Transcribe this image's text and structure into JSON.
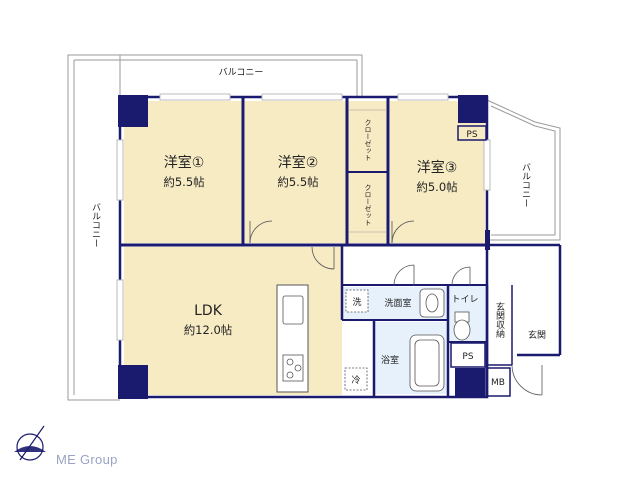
{
  "balconies": {
    "top": "バルコニー",
    "left": "バルコニー",
    "right": "バルコニー"
  },
  "rooms": {
    "western1": {
      "name": "洋室①",
      "size": "約5.5帖"
    },
    "western2": {
      "name": "洋室②",
      "size": "約5.5帖"
    },
    "western3": {
      "name": "洋室③",
      "size": "約5.0帖"
    },
    "ldk": {
      "name": "LDK",
      "size": "約12.0帖"
    }
  },
  "closet_label": "クローゼット",
  "fixtures": {
    "washroom": "洗面室",
    "washer": "洗",
    "toilet": "トイレ",
    "bathroom": "浴室",
    "entrance_storage": "玄関収納",
    "entrance": "玄関",
    "fridge": "冷",
    "ps": "PS",
    "mb": "MB"
  },
  "logo": {
    "text": "ME Group"
  },
  "colors": {
    "wall": "#1a1a6e",
    "room_fill": "#f7ebc4",
    "wet_fill": "#e6f1fb",
    "balcony_line": "#9a9a9a"
  }
}
